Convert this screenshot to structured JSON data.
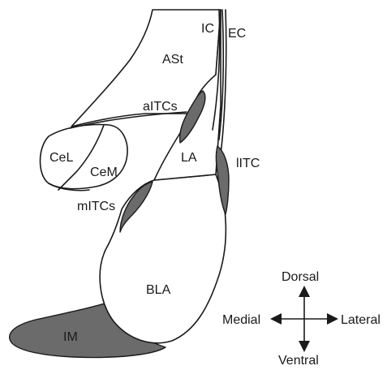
{
  "labels": {
    "ic": "IC",
    "ec": "EC",
    "ast": "ASt",
    "aitcs": "aITCs",
    "cel": "CeL",
    "cem": "CeM",
    "la": "LA",
    "litc": "lITC",
    "mitcs": "mITCs",
    "bla": "BLA",
    "im": "IM"
  },
  "compass": {
    "dorsal": "Dorsal",
    "ventral": "Ventral",
    "medial": "Medial",
    "lateral": "Lateral"
  },
  "colors": {
    "outline": "#1a1a1a",
    "itc_fill": "#6b6b6b",
    "region_fill": "#ffffff"
  }
}
